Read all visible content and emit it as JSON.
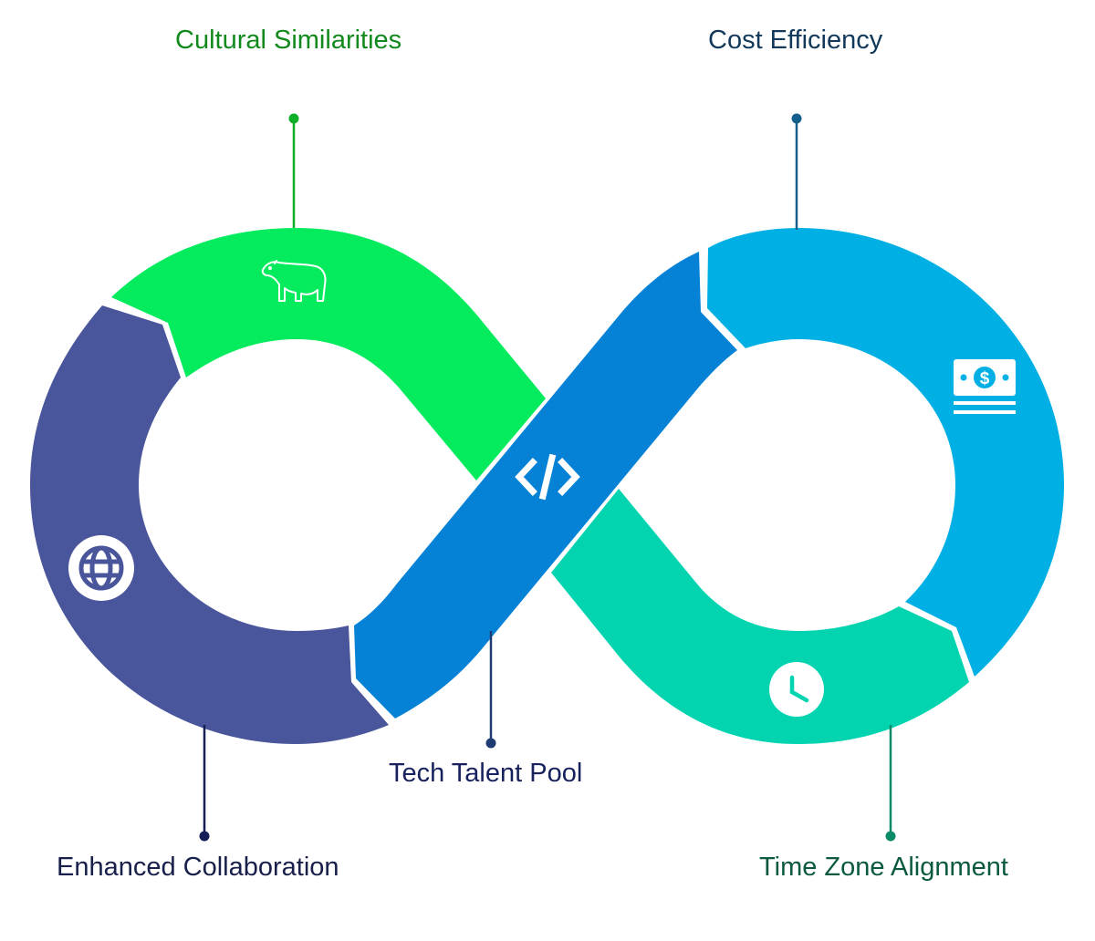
{
  "labels": {
    "cultural": "Cultural Similarities",
    "cost": "Cost Efficiency",
    "tech": "Tech Talent Pool",
    "enhanced": "Enhanced Collaboration",
    "timezone": "Time Zone Alignment"
  },
  "colors": {
    "cultural": "#04ec5e",
    "cultural_text": "#12891c",
    "cost": "#00b0e4",
    "cost_text": "#12395a",
    "tech": "#0582d6",
    "tech_text": "#16215d",
    "enhanced": "#4a569c",
    "enhanced_text": "#181f4a",
    "timezone": "#02d4b0",
    "timezone_text": "#0b5a3e",
    "cultural_pin": "#0eae28",
    "cost_pin": "#155f8c",
    "tech_pin": "#1f3b74",
    "enhanced_pin": "#161f55",
    "timezone_pin": "#0a8a66"
  },
  "icons": {
    "cultural": "bear-icon",
    "cost": "money-bill-icon",
    "tech": "code-icon",
    "enhanced": "globe-icon",
    "timezone": "clock-icon"
  }
}
